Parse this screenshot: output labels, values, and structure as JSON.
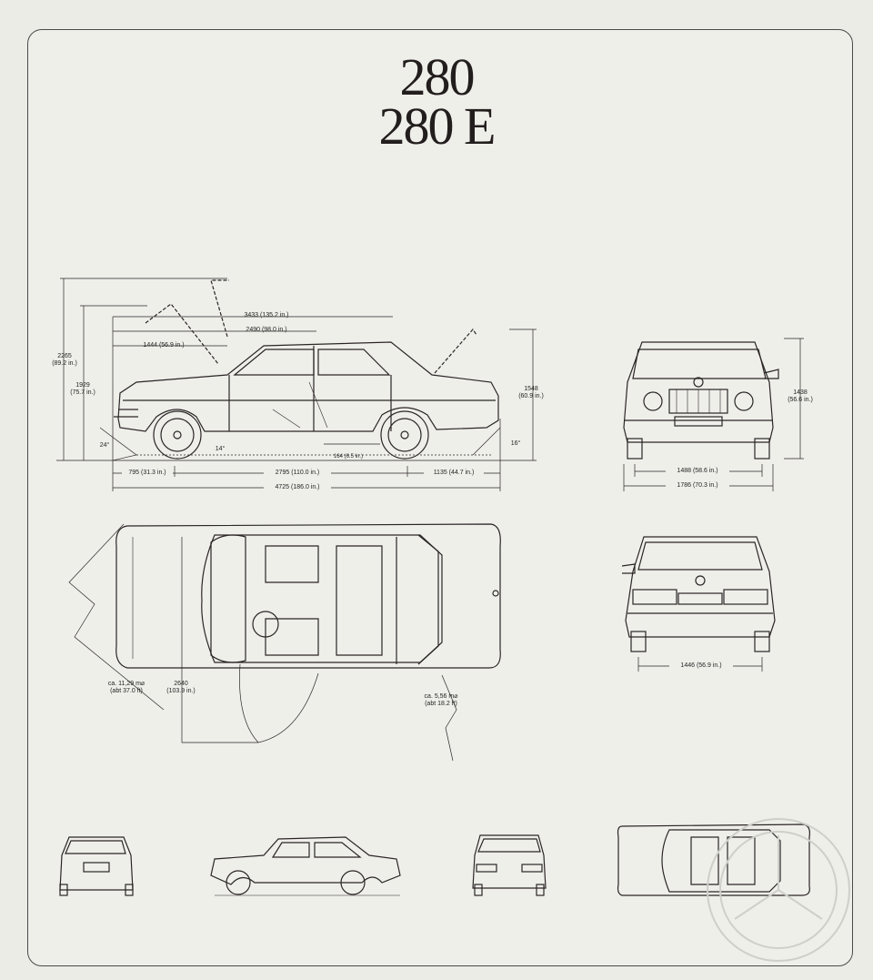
{
  "title": {
    "line1": "280",
    "line2": "280 E"
  },
  "side_view": {
    "overall_height_open": "2265\n(89.2 in.)",
    "height": "1929\n(75.7 in.)",
    "roof_height": "1548\n(60.9 in.)",
    "d_3433": "3433 (135.2 in.)",
    "d_2490": "2490 (98.0 in.)",
    "d_1444": "1444 (56.9 in.)",
    "angle_front": "24°",
    "angle_rear": "16°",
    "angle_mid": "14°",
    "ground_clearance": "164 (6.5 in.)",
    "front_overhang": "795 (31.3 in.)",
    "wheelbase": "2795 (110.0 in.)",
    "rear_overhang": "1135 (44.7 in.)",
    "length": "4725 (186.0 in.)"
  },
  "front_view": {
    "height": "1438\n(56.6 in.)",
    "track": "1488 (58.6 in.)",
    "width": "1786 (70.3 in.)"
  },
  "rear_view": {
    "track": "1446 (56.9 in.)"
  },
  "top_view": {
    "turning_circle": "ca. 11,29 m⌀\n(abt 37.0 ft)",
    "door_swing": "2640\n(103.9 in.)",
    "curb_circle": "ca. 5,56 m⌀\n(abt 18.2 ft)"
  },
  "colors": {
    "ink": "#2a2626",
    "paper": "#efefea",
    "frame": "#4a4a4a"
  }
}
